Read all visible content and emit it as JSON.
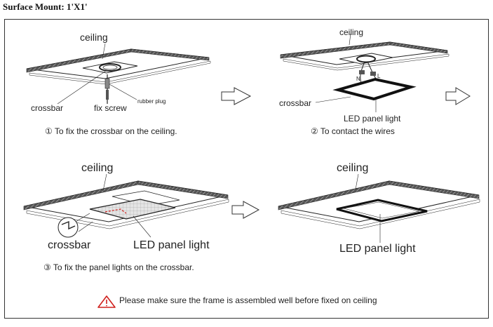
{
  "page_title": "Surface Mount: 1'X1'",
  "panels": {
    "p1": {
      "ceiling": "ceiling",
      "rubber_plug": "rubber plug",
      "crossbar": "crossbar",
      "fix_screw": "fix screw",
      "caption": "① To fix the crossbar on the ceiling."
    },
    "p2": {
      "ceiling": "ceiling",
      "crossbar": "crossbar",
      "led": "LED panel light",
      "wire_n": "N",
      "wire_l": "L",
      "caption": "② To contact the wires"
    },
    "p3": {
      "ceiling": "ceiling",
      "crossbar": "crossbar",
      "led": "LED panel light",
      "caption": "③ To fix the panel lights on the crossbar."
    },
    "p4": {
      "ceiling": "ceiling",
      "led": "LED panel light"
    }
  },
  "warning": {
    "text": "Please make sure the frame is assembled well before fixed on ceiling",
    "icon": "warning-triangle-icon",
    "color": "#d0201c"
  }
}
